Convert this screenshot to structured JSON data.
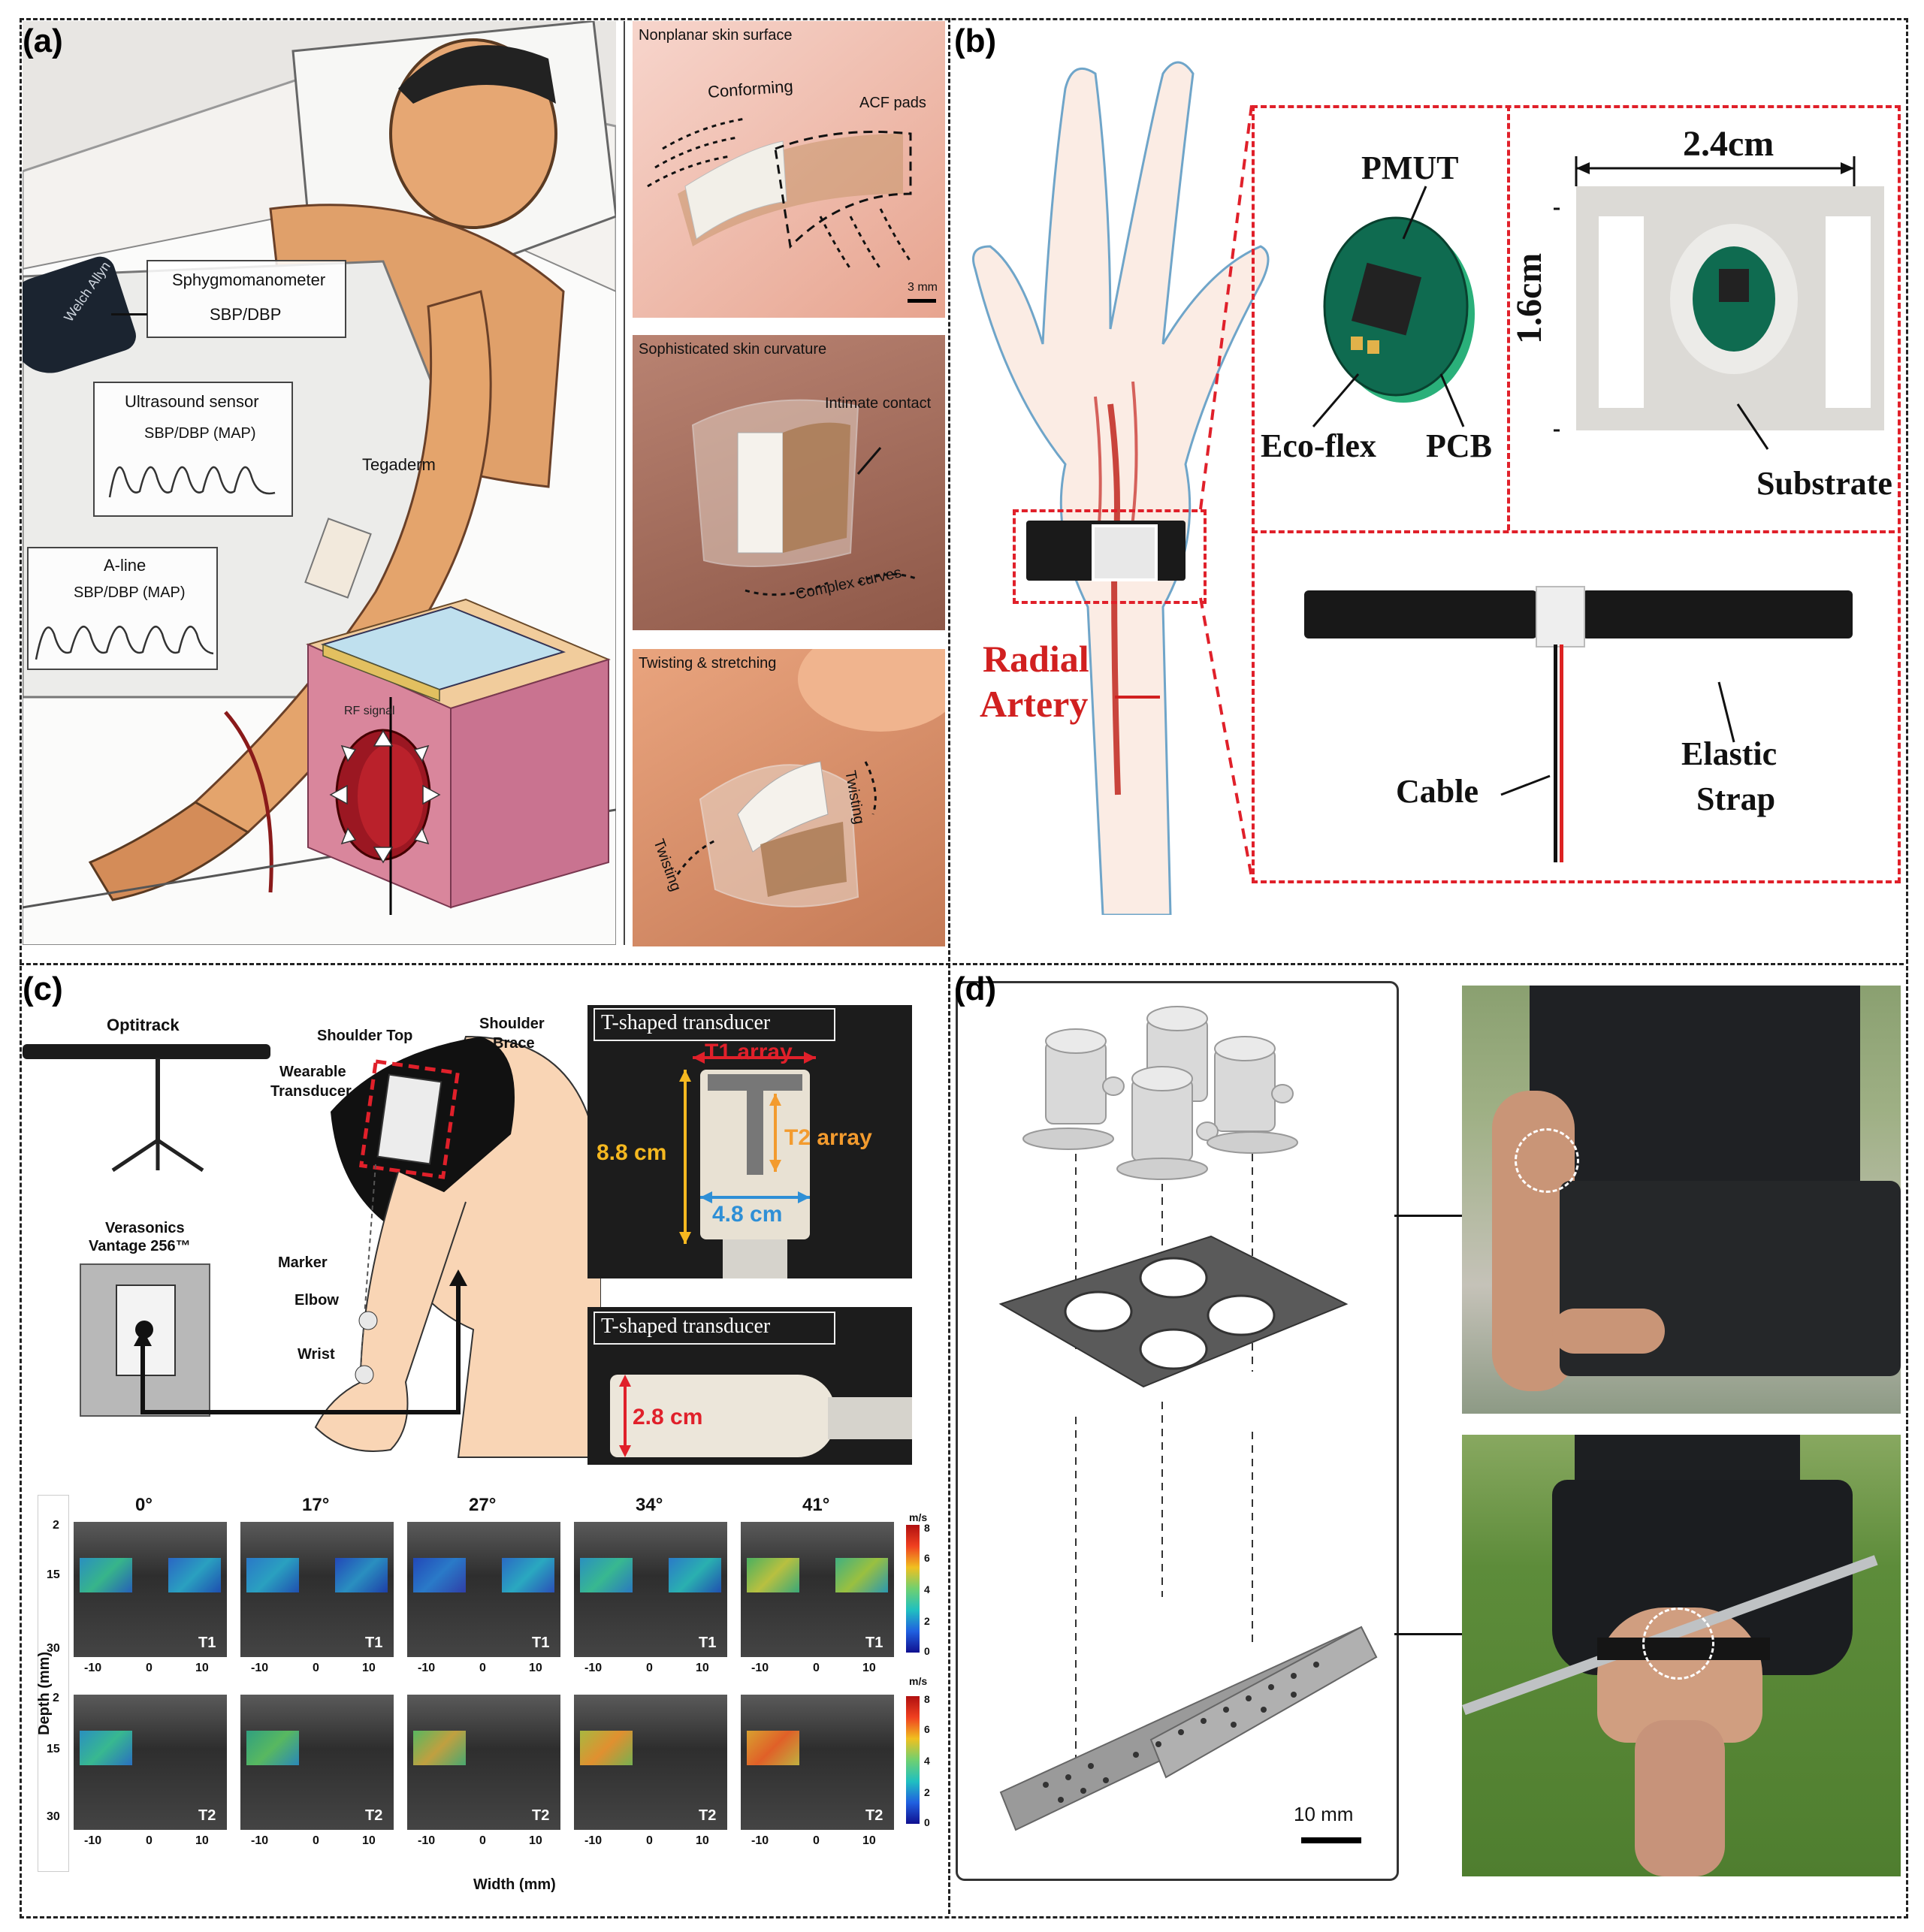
{
  "panels": {
    "a": {
      "letter": "(a)",
      "main": {
        "sphygmo_title": "Sphygmomanometer",
        "sphygmo_value": "SBP/DBP",
        "ultra_title": "Ultrasound sensor",
        "ultra_value": "SBP/DBP (MAP)",
        "aline_title": "A-line",
        "aline_value": "SBP/DBP (MAP)",
        "tegaderm": "Tegaderm",
        "rf_signal": "RF signal",
        "cuff_brand": "Welch Allyn"
      },
      "insets": {
        "nonplanar_title": "Nonplanar skin surface",
        "conforming": "Conforming",
        "acf_pads": "ACF pads",
        "scale_3mm": "3 mm",
        "sophisticated_title": "Sophisticated skin curvature",
        "intimate_contact": "Intimate contact",
        "complex_curves": "Complex curves",
        "twisting_title": "Twisting & stretching",
        "twisting_left": "Twisting",
        "twisting_right": "Twisting"
      }
    },
    "b": {
      "letter": "(b)",
      "radial_artery_1": "Radial",
      "radial_artery_2": "Artery",
      "pmut": "PMUT",
      "ecoflex": "Eco-flex",
      "pcb": "PCB",
      "dim_width": "2.4cm",
      "dim_height": "1.6cm",
      "substrate": "Substrate",
      "cable": "Cable",
      "elastic_1": "Elastic",
      "elastic_2": "Strap"
    },
    "c": {
      "letter": "(c)",
      "optitrack": "Optitrack",
      "verasonics_1": "Verasonics",
      "verasonics_2": "Vantage 256™",
      "shoulder_top": "Shoulder Top",
      "shoulder_brace_1": "Shoulder",
      "shoulder_brace_2": "Brace",
      "wearable_1": "Wearable",
      "wearable_2": "Transducer",
      "marker": "Marker",
      "elbow": "Elbow",
      "wrist": "Wrist",
      "t_title_1": "T-shaped transducer",
      "t1_array": "T1 array",
      "t2_array": "T2 array",
      "dim_88": "8.8 cm",
      "dim_48": "4.8 cm",
      "t_title_2": "T-shaped transducer",
      "dim_28": "2.8 cm",
      "angles": [
        "0°",
        "17°",
        "27°",
        "34°",
        "41°"
      ],
      "row_labels": [
        "T1",
        "T2"
      ],
      "depth_ticks": [
        "2",
        "15",
        "30"
      ],
      "x_ticks": [
        "-10",
        "0",
        "10"
      ],
      "ylabel": "Depth (mm)",
      "xlabel": "Width (mm)",
      "colorbar_unit": "m/s",
      "colorbar_ticks": [
        "8",
        "6",
        "4",
        "2",
        "0"
      ]
    },
    "d": {
      "letter": "(d)",
      "scale": "10 mm"
    }
  },
  "colors": {
    "red_dash": "#e0202a",
    "strap_black": "#1a1a1a",
    "skin": "#f2c9a8",
    "pcb_green": "#0f6b50",
    "ultrasound_bg": "#2b2b2b",
    "gray_part": "#5a5a5a"
  }
}
